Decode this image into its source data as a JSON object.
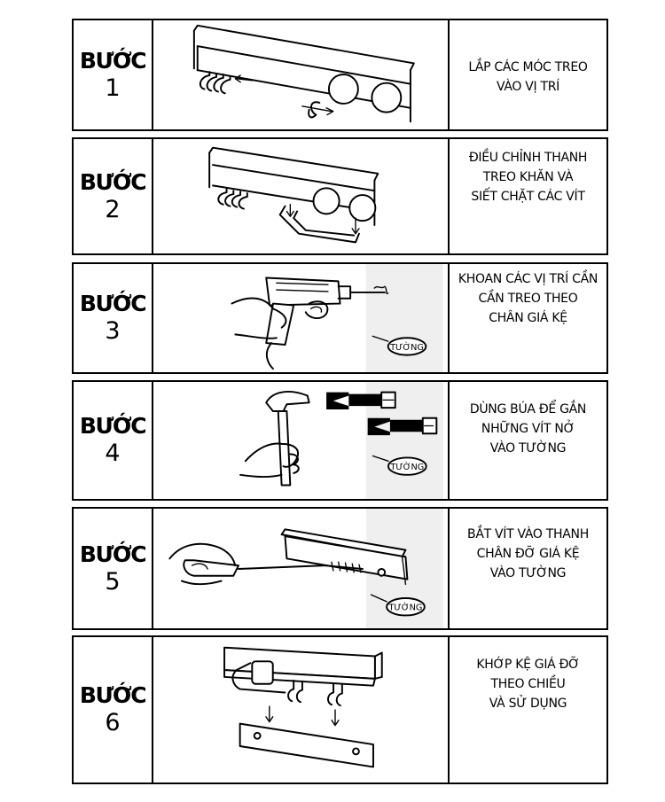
{
  "steps": [
    {
      "word": "BƯỚC",
      "number": "1",
      "lines": [
        "LẮP CÁC MÓC TREO",
        "VÀO VỊ TRÍ"
      ]
    },
    {
      "word": "BƯỚC",
      "number": "2",
      "lines": [
        "ĐIỀU CHỈNH THANH",
        "TREO KHĂN VÀ",
        "SIẾT CHẶT CÁC VÍT"
      ]
    },
    {
      "word": "BƯỚC",
      "number": "3",
      "lines": [
        "KHOAN CÁC VỊ TRÍ CẦN",
        "CẦN TREO THEO",
        "CHÂN GIÁ KỆ"
      ],
      "wall_label": "TƯỜNG"
    },
    {
      "word": "BƯỚC",
      "number": "4",
      "lines": [
        "DÙNG BÚA ĐỂ GẮN",
        "NHỮNG VÍT NỞ",
        "VÀO TƯỜNG"
      ],
      "wall_label": "TƯỜNG"
    },
    {
      "word": "BƯỚC",
      "number": "5",
      "lines": [
        "BẮT VÍT VÀO THANH",
        "CHÂN ĐỠ GIÁ KỆ",
        "VÀO TƯỜNG"
      ],
      "wall_label": "TƯỜNG"
    },
    {
      "word": "BƯỚC",
      "number": "6",
      "lines": [
        "KHỚP KỆ GIÁ ĐỠ",
        "THEO CHIỀU",
        "VÀ SỬ DỤNG"
      ]
    }
  ]
}
